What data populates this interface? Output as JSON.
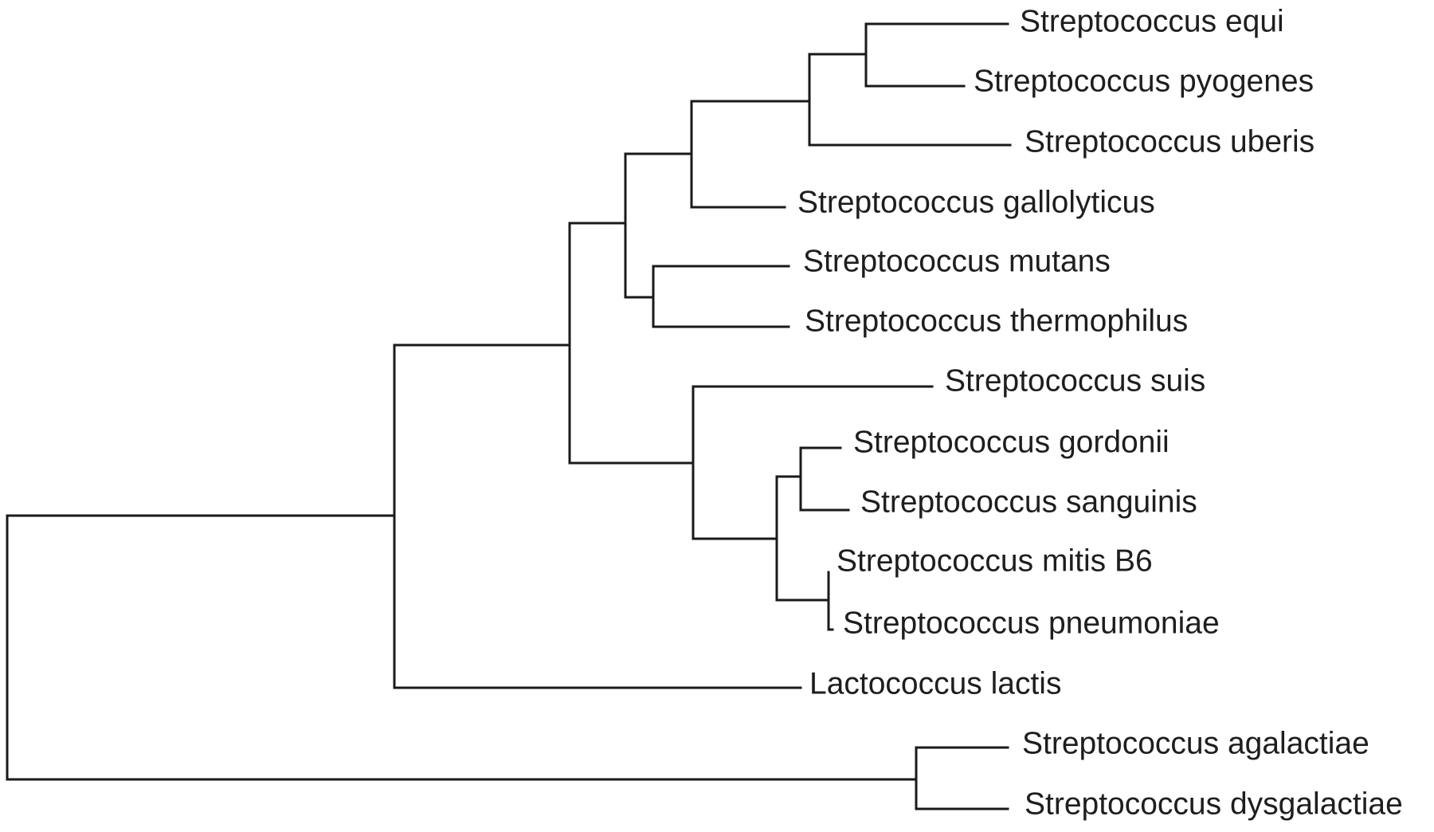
{
  "tree": {
    "taxa": [
      {
        "id": "equi",
        "label": "Streptococcus equi"
      },
      {
        "id": "pyogenes",
        "label": "Streptococcus pyogenes"
      },
      {
        "id": "uberis",
        "label": "Streptococcus uberis"
      },
      {
        "id": "gallolyticus",
        "label": "Streptococcus gallolyticus"
      },
      {
        "id": "mutans",
        "label": "Streptococcus mutans"
      },
      {
        "id": "thermophilus",
        "label": "Streptococcus thermophilus"
      },
      {
        "id": "suis",
        "label": "Streptococcus suis"
      },
      {
        "id": "gordonii",
        "label": "Streptococcus gordonii"
      },
      {
        "id": "sanguinis",
        "label": "Streptococcus sanguinis"
      },
      {
        "id": "mitis",
        "label": "Streptococcus mitis B6"
      },
      {
        "id": "pneumoniae",
        "label": "Streptococcus pneumoniae"
      },
      {
        "id": "lactis",
        "label": "Lactococcus lactis"
      },
      {
        "id": "agalactiae",
        "label": "Streptococcus agalactiae"
      },
      {
        "id": "dysgalactiae",
        "label": "Streptococcus dysgalactiae"
      }
    ]
  }
}
